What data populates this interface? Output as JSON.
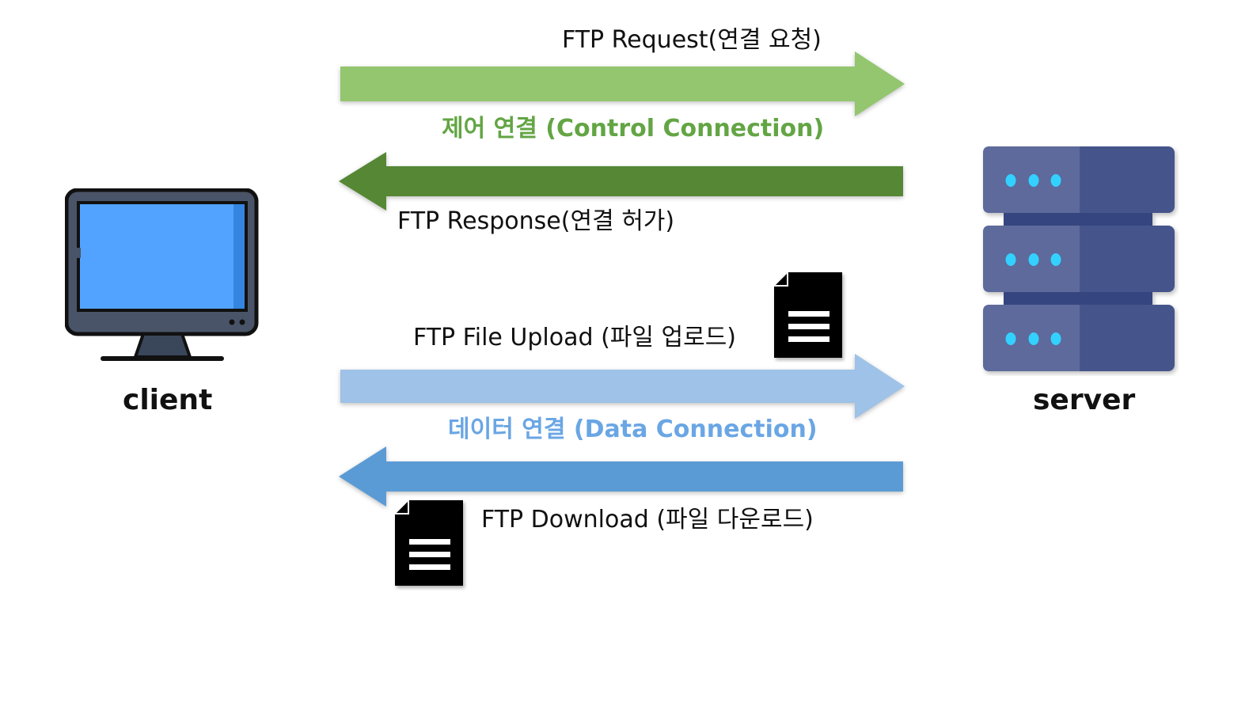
{
  "colors": {
    "request_arrow": "#93c66f",
    "response_arrow": "#558735",
    "upload_arrow": "#9ec2e8",
    "download_arrow": "#5b9bd5",
    "control_text": "#63a544",
    "data_text": "#6aa6e4",
    "monitor_screen": "#52a3ff",
    "monitor_frame": "#4a5468",
    "server_left": "#5d6b9b",
    "server_right": "#45558b",
    "server_led": "#33d1ff",
    "document": "#000000"
  },
  "client": {
    "label": "client",
    "icon": "monitor-icon"
  },
  "server": {
    "label": "server",
    "icon": "server-rack-icon"
  },
  "control_connection": {
    "request_label": "FTP Request(연결 요청)",
    "title": "제어 연결 (Control Connection)",
    "response_label": "FTP Response(연결 허가)"
  },
  "data_connection": {
    "upload_label": "FTP File Upload (파일 업로드)",
    "title": "데이터 연결 (Data Connection)",
    "download_label": "FTP Download (파일 다운로드)"
  },
  "icons": {
    "upload_document": "document-icon",
    "download_document": "document-icon"
  }
}
